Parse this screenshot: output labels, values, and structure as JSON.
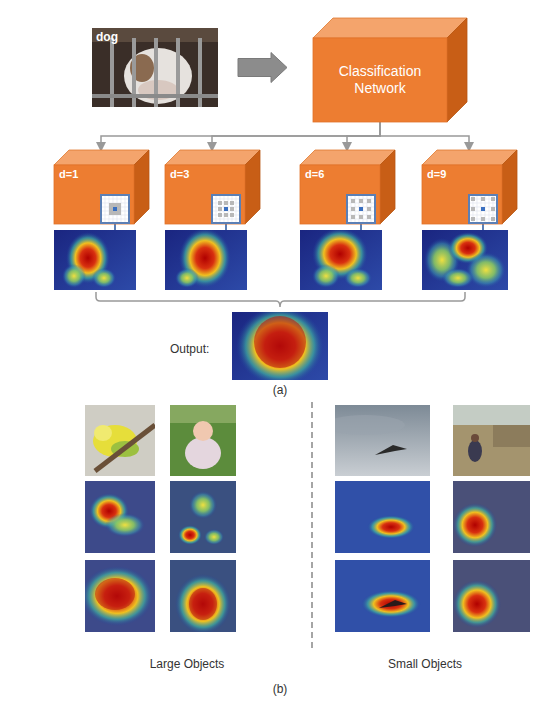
{
  "diagram": {
    "nodes": [
      {
        "text": [
          "dog"
        ]
      },
      {
        "text": [
          "Classification Network"
        ]
      },
      {
        "text": [
          "d=1"
        ]
      },
      {
        "text": [
          "d=3"
        ]
      },
      {
        "text": [
          "d=6"
        ]
      },
      {
        "text": [
          "d=9"
        ]
      }
    ],
    "edges": [
      {
        "from": 0,
        "to": 1,
        "arrow": "to"
      },
      {
        "from": 1,
        "to": 2,
        "arrow": "to"
      },
      {
        "from": 1,
        "to": 3,
        "arrow": "to"
      },
      {
        "from": 1,
        "to": 4,
        "arrow": "to"
      },
      {
        "from": 1,
        "to": 5,
        "arrow": "to"
      }
    ],
    "labels": [
      "Output:",
      "(a)",
      "Large Objects",
      "Small Objects",
      "(b)"
    ]
  }
}
